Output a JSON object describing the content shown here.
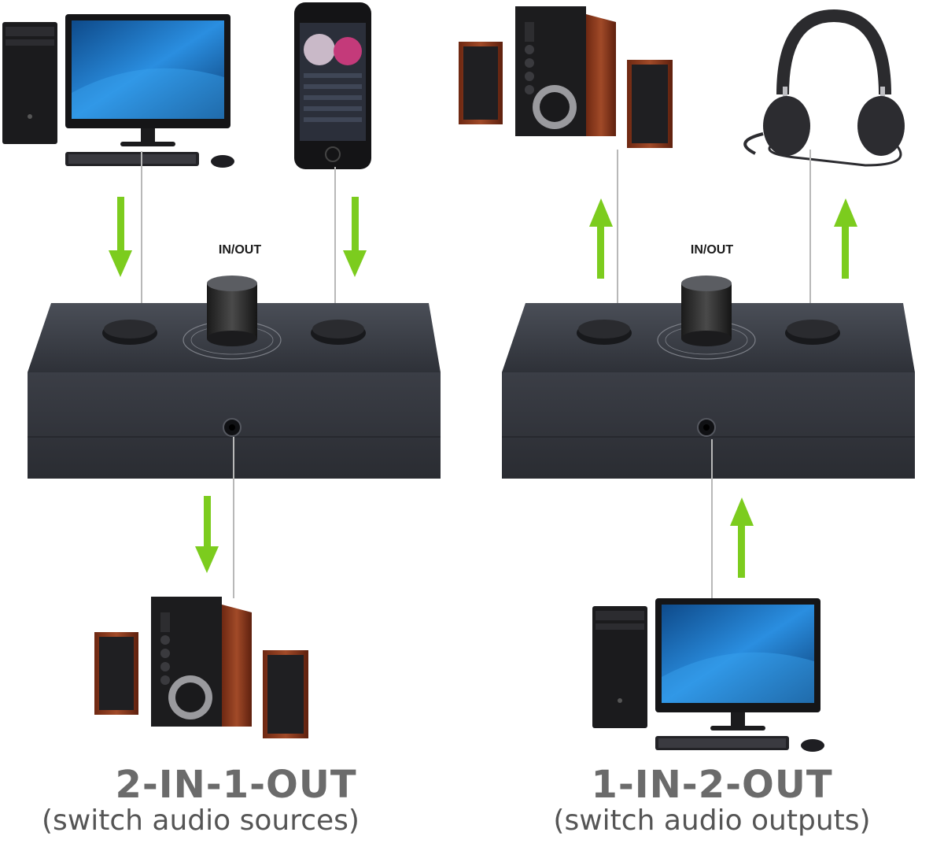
{
  "colors": {
    "arrow": "#7ccc1e",
    "switch_body": "#3a3d44",
    "wood": "#8b3a20",
    "screen": "#1d6fbd",
    "label_gray": "#6b6b6b"
  },
  "diagrams": [
    {
      "mode_title": "2-IN-1-OUT",
      "mode_subtitle": "(switch audio sources)",
      "knob_label": "IN/OUT",
      "inputs": [
        "desktop-computer-icon",
        "smartphone-icon"
      ],
      "outputs": [
        "speaker-system-icon"
      ],
      "signal_direction": "into-switch-then-out"
    },
    {
      "mode_title": "1-IN-2-OUT",
      "mode_subtitle": "(switch audio outputs)",
      "knob_label": "IN/OUT",
      "inputs": [
        "desktop-computer-icon"
      ],
      "outputs": [
        "speaker-system-icon",
        "headphones-icon"
      ],
      "signal_direction": "into-switch-then-out"
    }
  ]
}
